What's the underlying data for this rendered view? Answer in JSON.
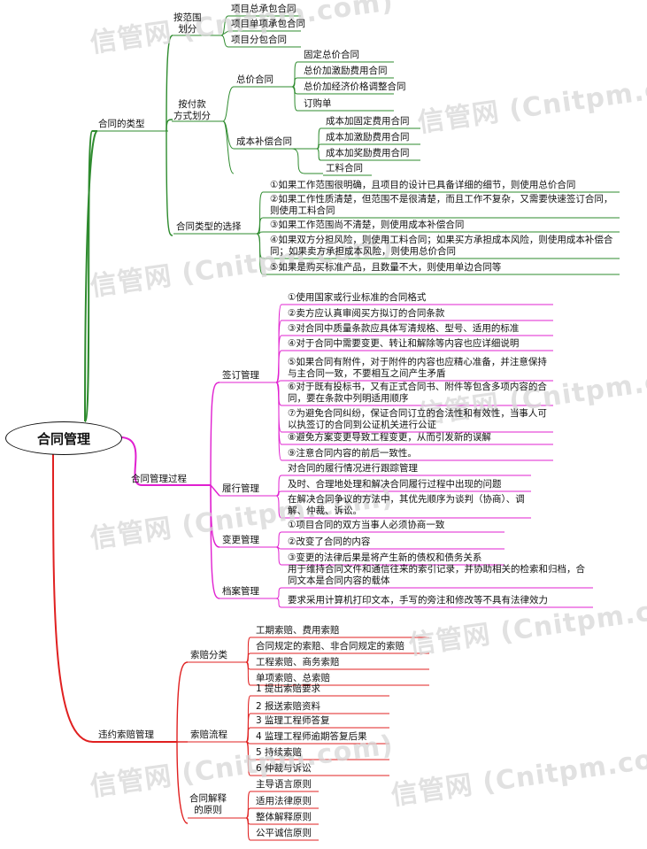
{
  "root": "合同管理",
  "watermark": "信管网 (Cnitpm.com)",
  "colors": {
    "green": "#2e8b2e",
    "magenta": "#e020d0",
    "red": "#e02020"
  },
  "branch1": {
    "label": "合同的类型",
    "scope": {
      "label": "按范围\n划分",
      "items": [
        "项目总承包合同",
        "项目单项承包合同",
        "项目分包合同"
      ]
    },
    "payment": {
      "label": "按付款\n方式划分",
      "total": {
        "label": "总价合同",
        "items": [
          "固定总价合同",
          "总价加激励费用合同",
          "总价加经济价格调整合同",
          "订购单"
        ]
      },
      "cost": {
        "label": "成本补偿合同",
        "items": [
          "成本加固定费用合同",
          "成本加激励费用合同",
          "成本加奖励费用合同"
        ]
      },
      "tm": "工料合同"
    },
    "choice": {
      "label": "合同类型的选择",
      "items": [
        "①如果工作范围很明确，且项目的设计已具备详细的细节，则使用总价合同",
        "②如果工作性质清楚，但范围不是很清楚，而且工作不复杂，又需要快速签订合同，则使用工料合同",
        "③如果工作范围尚不清楚，则使用成本补偿合同",
        "④如果双方分担风险，则使用工料合同；如果买方承担成本风险，则使用成本补偿合同；如果卖方承担成本风险，则使用总价合同",
        "⑤如果是购买标准产品，且数量不大，则使用单边合同等"
      ]
    }
  },
  "branch2": {
    "label": "合同管理过程",
    "sign": {
      "label": "签订管理",
      "items": [
        "①使用国家或行业标准的合同格式",
        "②卖方应认真审阅买方拟订的合同条款",
        "③对合同中质量条款应具体写清规格、型号、适用的标准",
        "④对于合同中需要变更、转让和解除等内容也应详细说明",
        "⑤如果合同有附件，对于附件的内容也应精心准备，并注意保持与主合同一致，不要相互之间产生矛盾",
        "⑥对于既有投标书，又有正式合同书、附件等包含多项内容的合同，要在条款中列明适用顺序",
        "⑦为避免合同纠纷，保证合同订立的合法性和有效性，当事人可以执签订的合同到公证机关进行公证",
        "⑧避免方案变更导致工程变更，从而引发新的误解",
        "⑨注意合同内容的前后一致性。"
      ]
    },
    "perform": {
      "label": "履行管理",
      "items": [
        "对合同的履行情况进行跟踪管理",
        "及时、合理地处理和解决合同履行过程中出现的问题",
        "在解决合同争议的方法中，其优先顺序为谈判（协商）、调解、仲裁、诉讼。"
      ]
    },
    "change": {
      "label": "变更管理",
      "items": [
        "①项目合同的双方当事人必须协商一致",
        "②改变了合同的内容",
        "③变更的法律后果是将产生新的债权和债务关系"
      ]
    },
    "archive": {
      "label": "档案管理",
      "items": [
        "用于维持合同文件和通信往来的索引记录，并协助相关的检索和归档，合同文本是合同内容的载体",
        "要求采用计算机打印文本，手写的旁注和修改等不具有法律效力"
      ]
    }
  },
  "branch3": {
    "label": "违约索赔管理",
    "cls": {
      "label": "索赔分类",
      "items": [
        "工期索赔、费用索赔",
        "合同规定的索赔、非合同规定的索赔",
        "工程索赔、商务索赔",
        "单项索赔、总索赔"
      ]
    },
    "flow": {
      "label": "索赔流程",
      "items": [
        "1 提出索赔要求",
        "2 报送索赔资料",
        "3 监理工程师答复",
        "4 监理工程师逾期答复后果",
        "5 持续索赔",
        "6 仲裁与诉讼"
      ]
    },
    "interp": {
      "label": "合同解释\n的原则",
      "items": [
        "主导语言原则",
        "适用法律原则",
        "整体解释原则",
        "公平诚信原则"
      ]
    }
  }
}
